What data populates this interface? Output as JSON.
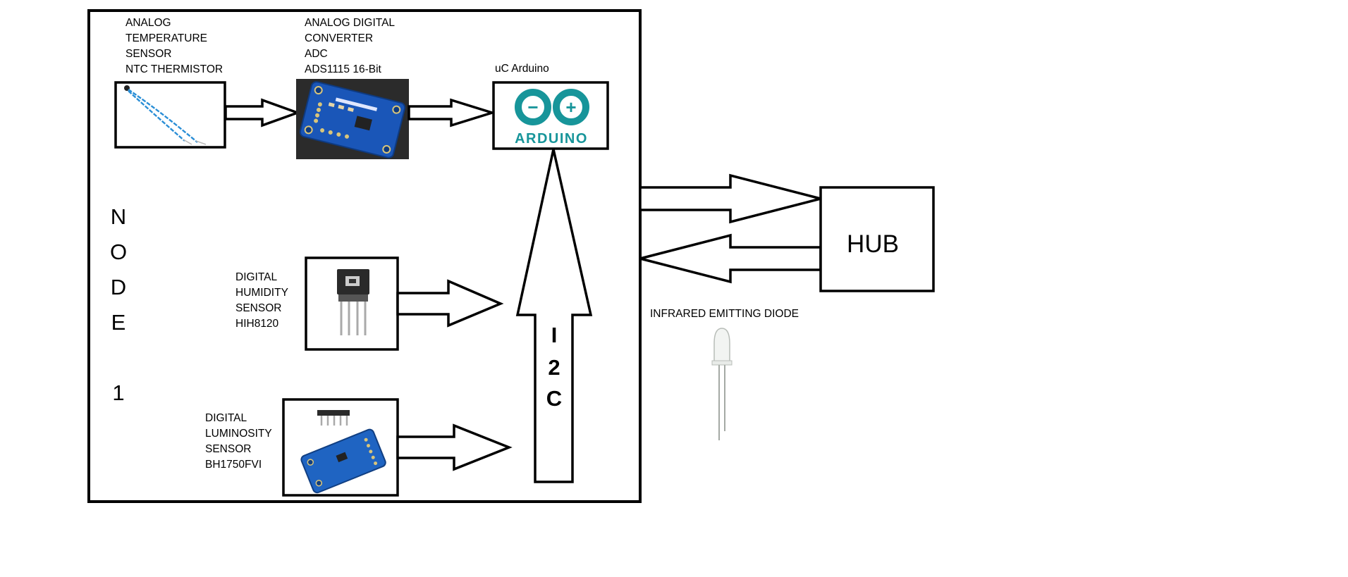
{
  "node_label": [
    "N",
    "O",
    "D",
    "E",
    "1"
  ],
  "i2c_label": [
    "I",
    "2",
    "C"
  ],
  "hub_label": "HUB",
  "components": {
    "thermistor": {
      "lines": [
        "ANALOG",
        "TEMPERATURE",
        "SENSOR",
        "NTC THERMISTOR"
      ]
    },
    "adc": {
      "lines": [
        "ANALOG DIGITAL",
        "CONVERTER",
        "ADC",
        "ADS1115 16-Bit"
      ]
    },
    "arduino": {
      "title": "uC Arduino",
      "logo_text": "ARDUINO",
      "logo_minus": "−",
      "logo_plus": "+"
    },
    "humidity": {
      "lines": [
        "DIGITAL",
        "HUMIDITY",
        "SENSOR",
        "HIH8120"
      ]
    },
    "luminosity": {
      "lines": [
        "DIGITAL",
        "LUMINOSITY",
        "SENSOR",
        "BH1750FVI"
      ]
    },
    "ir_diode": {
      "title": "INFRARED EMITTING DIODE"
    }
  },
  "colors": {
    "arduino_teal": "#17959a",
    "board_blue": "#1a56b8",
    "thermistor_wire": "#2a8ed6",
    "line": "#000000"
  }
}
